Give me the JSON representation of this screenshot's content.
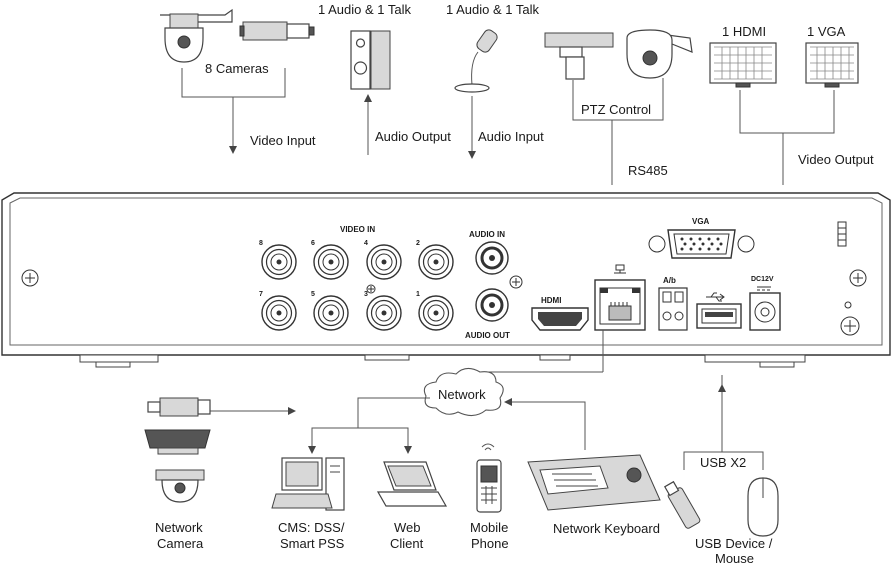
{
  "top": {
    "cameras_label": "8  Cameras",
    "audio_talk_label_1": "1 Audio  & 1 Talk",
    "audio_talk_label_2": "1 Audio & 1 Talk",
    "hdmi_label": "1 HDMI",
    "vga_label": "1 VGA",
    "video_input_label": "Video Input",
    "audio_output_label": "Audio  Output",
    "audio_input_label": "Audio  Input",
    "ptz_control_label": "PTZ Control",
    "rs485_label": "RS485",
    "video_output_label": "Video Output"
  },
  "panel": {
    "video_in_label": "VIDEO IN",
    "audio_in_label": "AUDIO IN",
    "audio_out_label": "AUDIO OUT",
    "vga_port_label": "VGA",
    "hdmi_port_label": "HDMI",
    "ab_label": "A/b",
    "dc_label": "DC12V",
    "bnc_top": [
      "8",
      "6",
      "4",
      "2"
    ],
    "bnc_bottom": [
      "7",
      "5",
      "3",
      "1"
    ]
  },
  "bottom": {
    "network_label": "Network",
    "network_camera_label": [
      "Network",
      "Camera"
    ],
    "cms_label": [
      "CMS: DSS/",
      "Smart PSS"
    ],
    "web_client_label": [
      "Web",
      "Client"
    ],
    "mobile_phone_label": [
      "Mobile",
      "Phone"
    ],
    "network_keyboard_label": "Network Keyboard",
    "usb_label": "USB X2",
    "usb_device_label": [
      "USB Device /",
      "Mouse"
    ]
  }
}
